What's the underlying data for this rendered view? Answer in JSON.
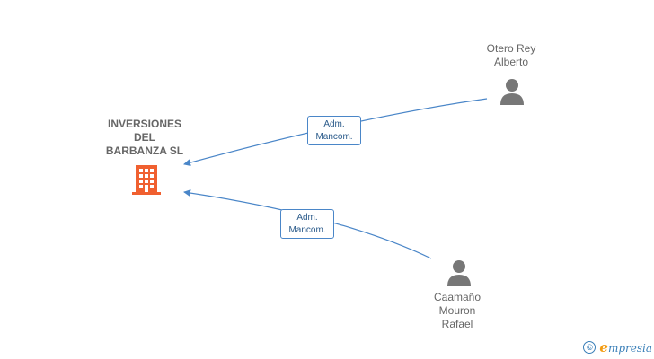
{
  "company": {
    "name_lines": [
      "INVERSIONES",
      "DEL",
      "BARBANZA SL"
    ],
    "icon": "building-icon",
    "icon_color": "#f06030"
  },
  "persons": [
    {
      "id": "otero",
      "name_lines": [
        "Otero Rey",
        "Alberto"
      ],
      "icon": "person-icon"
    },
    {
      "id": "caamano",
      "name_lines": [
        "Caamaño",
        "Mouron",
        "Rafael"
      ],
      "icon": "person-icon"
    }
  ],
  "relations": [
    {
      "from": "otero",
      "to": "company",
      "label_lines": [
        "Adm.",
        "Mancom."
      ]
    },
    {
      "from": "caamano",
      "to": "company",
      "label_lines": [
        "Adm.",
        "Mancom."
      ]
    }
  ],
  "colors": {
    "edge": "#4a86c8",
    "person_icon": "#777777",
    "text": "#666666"
  },
  "watermark": {
    "symbol": "©",
    "brand_initial": "e",
    "brand_rest": "mpresia"
  }
}
